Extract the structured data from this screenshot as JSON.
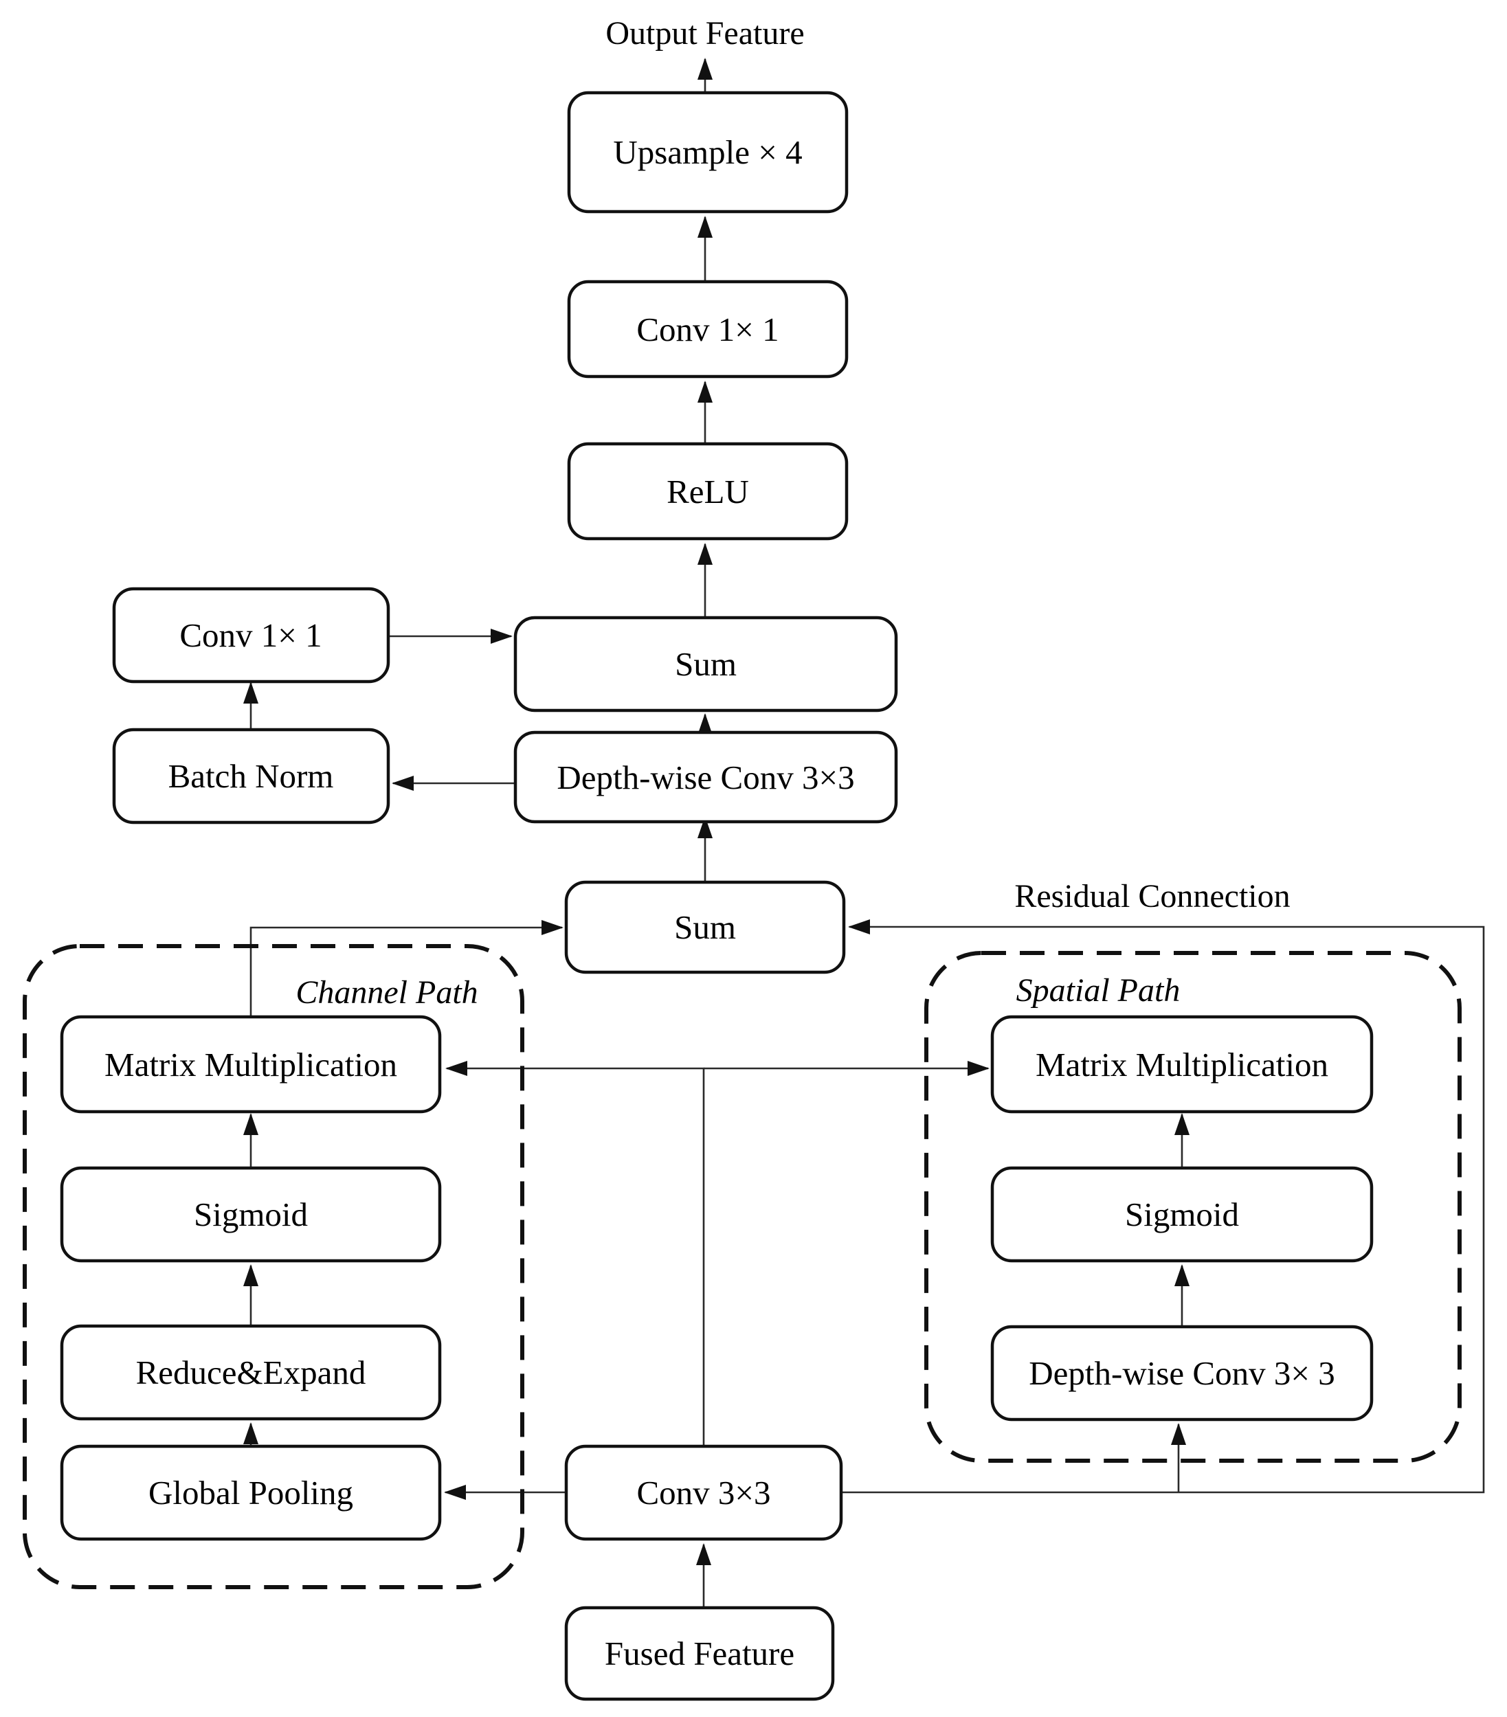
{
  "figure": {
    "type": "flow-diagram",
    "output_label": "Output Feature",
    "residual_label": "Residual Connection",
    "groups": {
      "channel_path": {
        "label": "Channel Path"
      },
      "spatial_path": {
        "label": "Spatial Path"
      }
    },
    "nodes": {
      "upsample": "Upsample × 4",
      "conv1x1_top": "Conv 1× 1",
      "relu": "ReLU",
      "sum_top": "Sum",
      "conv1x1_left": "Conv 1× 1",
      "batch_norm": "Batch Norm",
      "dwconv_mid": "Depth-wise Conv 3×3",
      "sum_mid": "Sum",
      "matmul_channel": "Matrix Multiplication",
      "sigmoid_channel": "Sigmoid",
      "reduce_expand": "Reduce&Expand",
      "global_pooling": "Global Pooling",
      "matmul_spatial": "Matrix Multiplication",
      "sigmoid_spatial": "Sigmoid",
      "dwconv_spatial": "Depth-wise Conv 3× 3",
      "conv3x3": "Conv 3×3",
      "fused_feature": "Fused Feature"
    },
    "colors": {
      "stroke": "#000000",
      "box_fill": "#ffffff",
      "background": "#ffffff"
    }
  }
}
